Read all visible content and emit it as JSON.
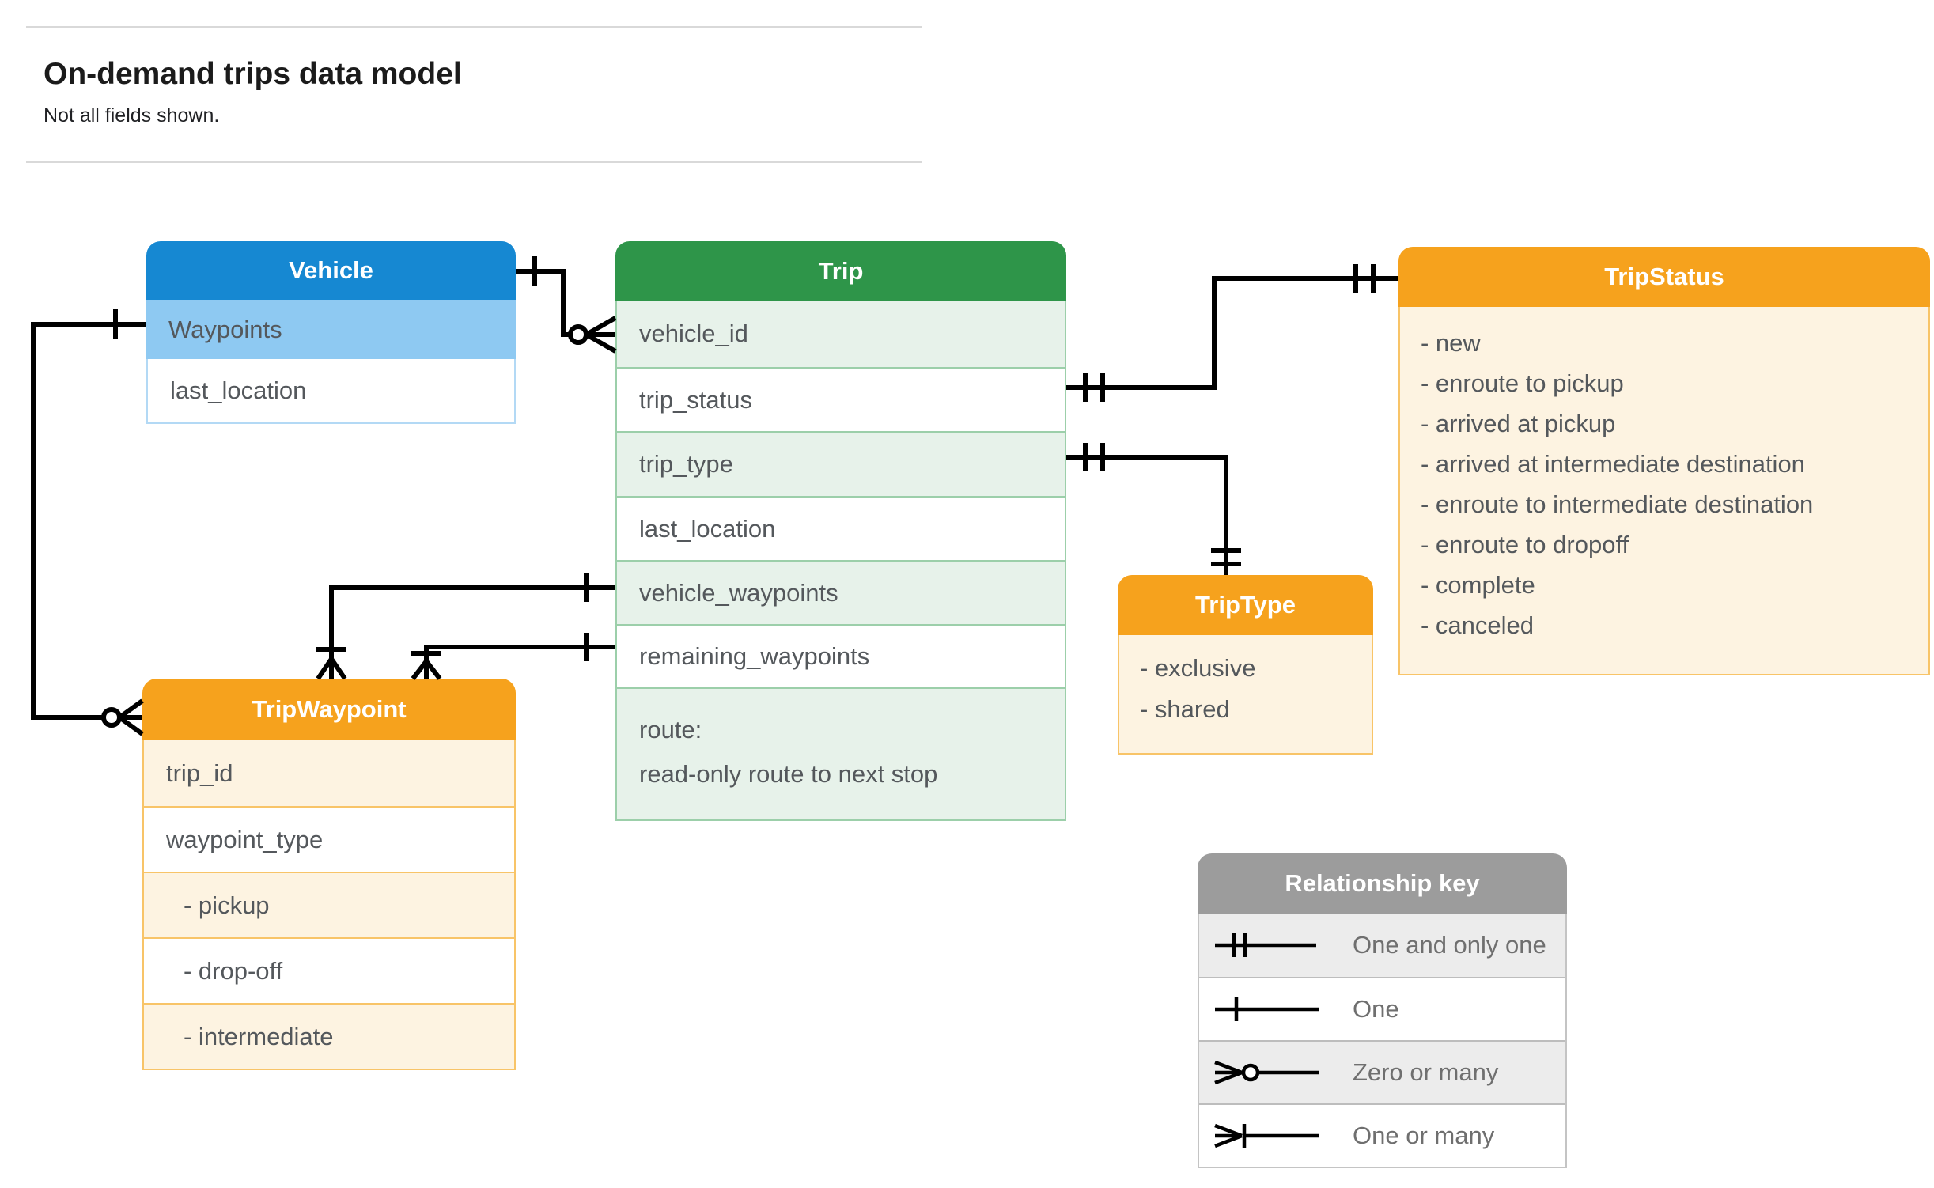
{
  "page": {
    "title": "On-demand trips data model",
    "subtitle": "Not all fields shown."
  },
  "entities": {
    "vehicle": {
      "title": "Vehicle",
      "fields": [
        "Waypoints",
        "last_location"
      ]
    },
    "trip": {
      "title": "Trip",
      "fields": [
        "vehicle_id",
        "trip_status",
        "trip_type",
        "last_location",
        "vehicle_waypoints",
        "remaining_waypoints"
      ],
      "route": {
        "line1": "route:",
        "line2": "read-only route to next stop"
      }
    },
    "trip_status": {
      "title": "TripStatus",
      "values": [
        "- new",
        "- enroute to pickup",
        "- arrived at pickup",
        "- arrived at intermediate destination",
        "- enroute to intermediate destination",
        "- enroute to dropoff",
        "- complete",
        "- canceled"
      ]
    },
    "trip_type": {
      "title": "TripType",
      "values": [
        "- exclusive",
        "- shared"
      ]
    },
    "trip_waypoint": {
      "title": "TripWaypoint",
      "fields": [
        "trip_id",
        "waypoint_type"
      ],
      "values": [
        "- pickup",
        "- drop-off",
        "- intermediate"
      ]
    }
  },
  "legend": {
    "title": "Relationship key",
    "rows": [
      {
        "label": "One and only one",
        "symbol": "one-and-only-one"
      },
      {
        "label": "One",
        "symbol": "one"
      },
      {
        "label": "Zero or many",
        "symbol": "zero-or-many"
      },
      {
        "label": "One or many",
        "symbol": "one-or-many"
      }
    ]
  },
  "colors": {
    "vehicle_header": "#1688d2",
    "vehicle_row": "#8ec9f2",
    "trip_header": "#2e9549",
    "trip_row": "#e7f2ea",
    "enum_header": "#f6a21d",
    "enum_row": "#fdf3e1",
    "key_header": "#9c9c9c",
    "key_row": "#ececec",
    "connector": "#000000"
  }
}
